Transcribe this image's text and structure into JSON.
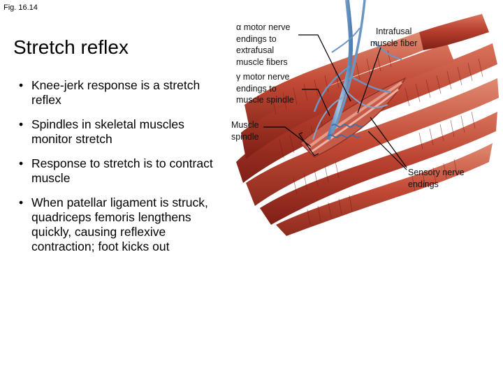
{
  "figure_label": "Fig. 16.14",
  "title": "Stretch reflex",
  "bullet_char": "•",
  "bullets": [
    "Knee-jerk response is a stretch reflex",
    "Spindles in skeletal muscles monitor stretch",
    "Response to stretch is to contract muscle",
    "When patellar ligament is struck, quadriceps femoris lengthens quickly, causing reflexive contraction; foot kicks out"
  ],
  "labels": {
    "alpha_motor": [
      "α motor nerve",
      "endings to",
      "extrafusal",
      "muscle fibers"
    ],
    "gamma_motor": [
      "γ motor nerve",
      "endings to",
      "muscle spindle"
    ],
    "muscle_spindle": [
      "Muscle",
      "spindle"
    ],
    "intrafusal": [
      "Intrafusal",
      "muscle fiber"
    ],
    "sensory": [
      "Sensory nerve",
      "endings"
    ]
  },
  "colors": {
    "muscle": "#b8402f",
    "muscle_light": "#d9735c",
    "muscle_dark": "#7f1f16",
    "nerve_blue": "#6a96c4",
    "nerve_blue_light": "#a9c7e3"
  }
}
